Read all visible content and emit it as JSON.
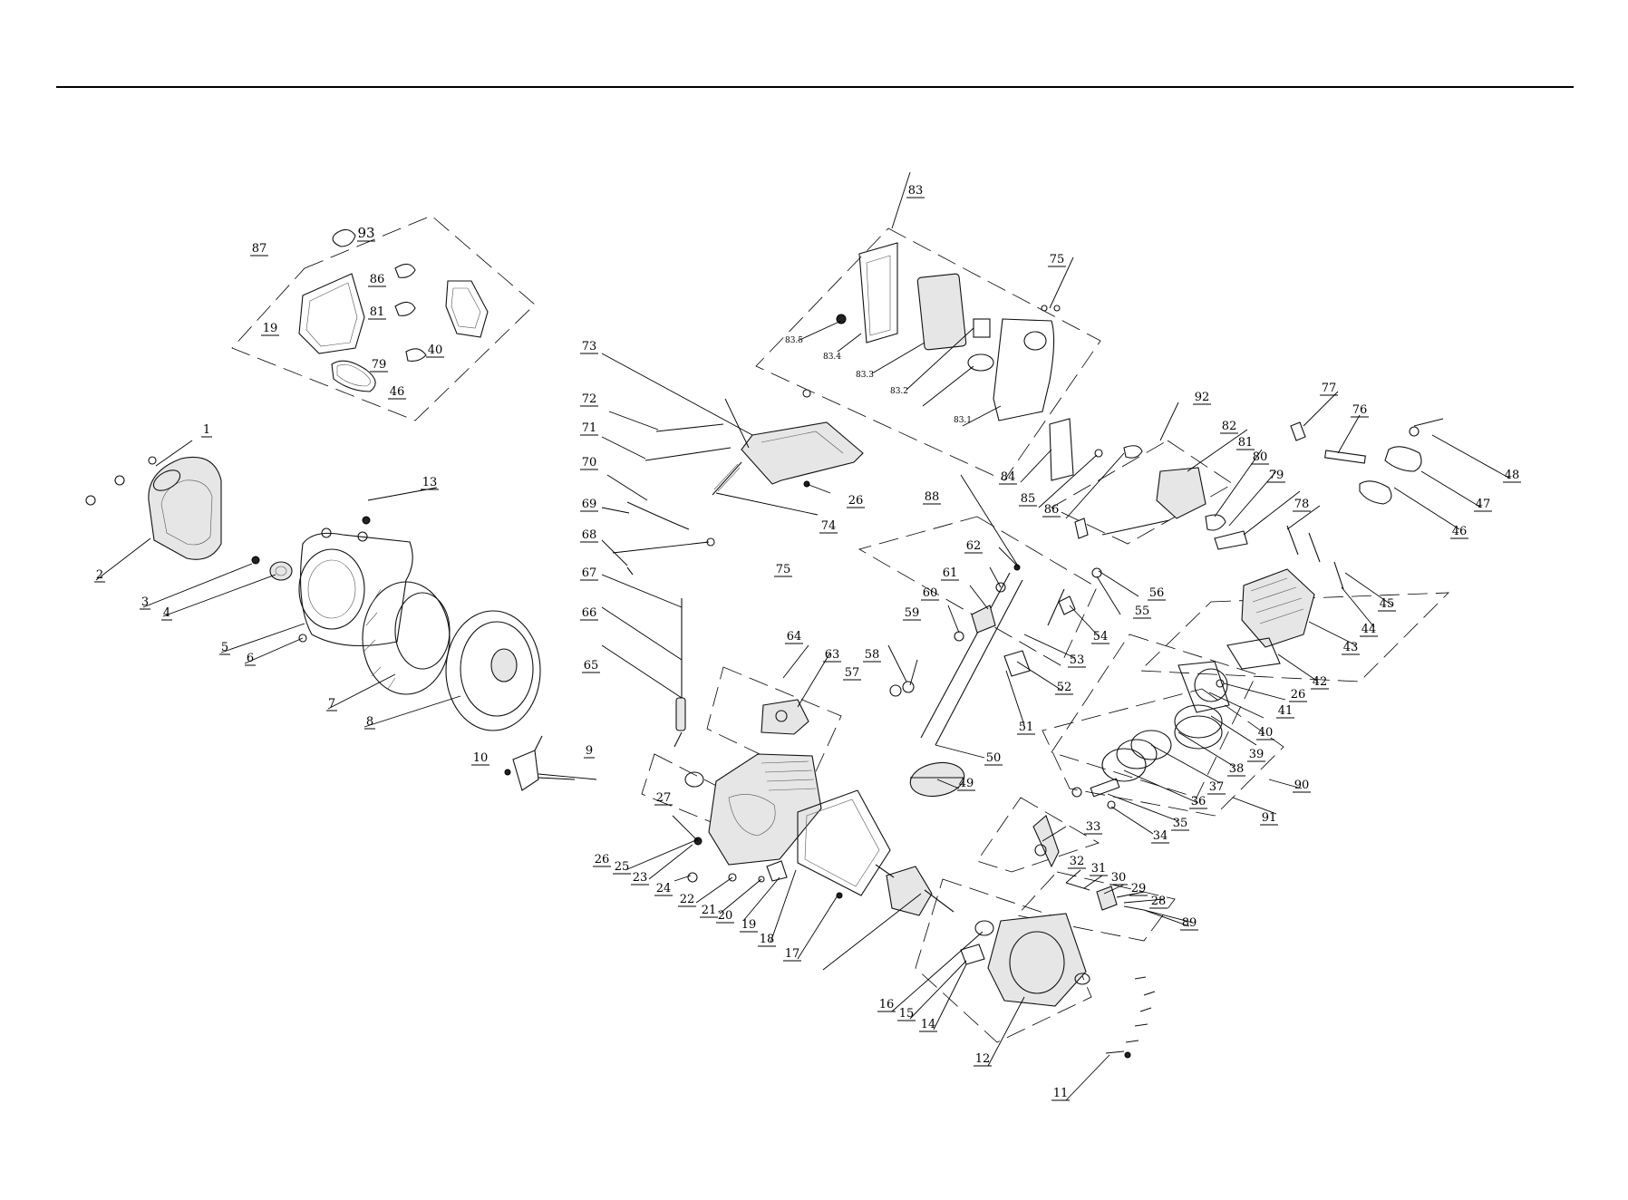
{
  "diagram": {
    "labels": [
      {
        "id": "l1",
        "text": "1"
      },
      {
        "id": "l2",
        "text": "2"
      },
      {
        "id": "l3",
        "text": "3"
      },
      {
        "id": "l4",
        "text": "4"
      },
      {
        "id": "l5",
        "text": "5"
      },
      {
        "id": "l6",
        "text": "6"
      },
      {
        "id": "l7",
        "text": "7"
      },
      {
        "id": "l8",
        "text": "8"
      },
      {
        "id": "l9",
        "text": "9"
      },
      {
        "id": "l10",
        "text": "10"
      },
      {
        "id": "l11",
        "text": "11"
      },
      {
        "id": "l12",
        "text": "12"
      },
      {
        "id": "l13",
        "text": "13"
      },
      {
        "id": "l14",
        "text": "14"
      },
      {
        "id": "l15",
        "text": "15"
      },
      {
        "id": "l16",
        "text": "16"
      },
      {
        "id": "l17",
        "text": "17"
      },
      {
        "id": "l18",
        "text": "18"
      },
      {
        "id": "l19a",
        "text": "19"
      },
      {
        "id": "l19b",
        "text": "19"
      },
      {
        "id": "l20",
        "text": "20"
      },
      {
        "id": "l21",
        "text": "21"
      },
      {
        "id": "l22",
        "text": "22"
      },
      {
        "id": "l23",
        "text": "23"
      },
      {
        "id": "l24",
        "text": "24"
      },
      {
        "id": "l25",
        "text": "25"
      },
      {
        "id": "l26a",
        "text": "26"
      },
      {
        "id": "l26b",
        "text": "26"
      },
      {
        "id": "l26c",
        "text": "26"
      },
      {
        "id": "l27",
        "text": "27"
      },
      {
        "id": "l28",
        "text": "28"
      },
      {
        "id": "l29",
        "text": "29"
      },
      {
        "id": "l30",
        "text": "30"
      },
      {
        "id": "l31",
        "text": "31"
      },
      {
        "id": "l32",
        "text": "32"
      },
      {
        "id": "l33",
        "text": "33"
      },
      {
        "id": "l34",
        "text": "34"
      },
      {
        "id": "l35",
        "text": "35"
      },
      {
        "id": "l36",
        "text": "36"
      },
      {
        "id": "l37",
        "text": "37"
      },
      {
        "id": "l38",
        "text": "38"
      },
      {
        "id": "l39",
        "text": "39"
      },
      {
        "id": "l40a",
        "text": "40"
      },
      {
        "id": "l40b",
        "text": "40"
      },
      {
        "id": "l41",
        "text": "41"
      },
      {
        "id": "l42",
        "text": "42"
      },
      {
        "id": "l43",
        "text": "43"
      },
      {
        "id": "l44",
        "text": "44"
      },
      {
        "id": "l45",
        "text": "45"
      },
      {
        "id": "l46a",
        "text": "46"
      },
      {
        "id": "l46b",
        "text": "46"
      },
      {
        "id": "l47",
        "text": "47"
      },
      {
        "id": "l48",
        "text": "48"
      },
      {
        "id": "l49",
        "text": "49"
      },
      {
        "id": "l50",
        "text": "50"
      },
      {
        "id": "l51",
        "text": "51"
      },
      {
        "id": "l52",
        "text": "52"
      },
      {
        "id": "l53",
        "text": "53"
      },
      {
        "id": "l54",
        "text": "54"
      },
      {
        "id": "l55",
        "text": "55"
      },
      {
        "id": "l56",
        "text": "56"
      },
      {
        "id": "l57",
        "text": "57"
      },
      {
        "id": "l58",
        "text": "58"
      },
      {
        "id": "l59",
        "text": "59"
      },
      {
        "id": "l60",
        "text": "60"
      },
      {
        "id": "l61",
        "text": "61"
      },
      {
        "id": "l62",
        "text": "62"
      },
      {
        "id": "l63",
        "text": "63"
      },
      {
        "id": "l64",
        "text": "64"
      },
      {
        "id": "l65",
        "text": "65"
      },
      {
        "id": "l66",
        "text": "66"
      },
      {
        "id": "l67",
        "text": "67"
      },
      {
        "id": "l68",
        "text": "68"
      },
      {
        "id": "l69",
        "text": "69"
      },
      {
        "id": "l70",
        "text": "70"
      },
      {
        "id": "l71",
        "text": "71"
      },
      {
        "id": "l72",
        "text": "72"
      },
      {
        "id": "l73",
        "text": "73"
      },
      {
        "id": "l74",
        "text": "74"
      },
      {
        "id": "l75a",
        "text": "75"
      },
      {
        "id": "l75b",
        "text": "75"
      },
      {
        "id": "l76",
        "text": "76"
      },
      {
        "id": "l77",
        "text": "77"
      },
      {
        "id": "l78",
        "text": "78"
      },
      {
        "id": "l79a",
        "text": "79"
      },
      {
        "id": "l79b",
        "text": "79"
      },
      {
        "id": "l80",
        "text": "80"
      },
      {
        "id": "l81a",
        "text": "81"
      },
      {
        "id": "l81b",
        "text": "81"
      },
      {
        "id": "l82",
        "text": "82"
      },
      {
        "id": "l83",
        "text": "83"
      },
      {
        "id": "l84",
        "text": "84"
      },
      {
        "id": "l85",
        "text": "85"
      },
      {
        "id": "l86a",
        "text": "86"
      },
      {
        "id": "l86b",
        "text": "86"
      },
      {
        "id": "l87",
        "text": "87"
      },
      {
        "id": "l88",
        "text": "88"
      },
      {
        "id": "l89",
        "text": "89"
      },
      {
        "id": "l90",
        "text": "90"
      },
      {
        "id": "l91",
        "text": "91"
      },
      {
        "id": "l92",
        "text": "92"
      },
      {
        "id": "l93",
        "text": "93"
      },
      {
        "id": "l83_1",
        "text": "83.1"
      },
      {
        "id": "l83_2",
        "text": "83.2"
      },
      {
        "id": "l83_3",
        "text": "83.3"
      },
      {
        "id": "l83_4",
        "text": "83.4"
      },
      {
        "id": "l83_5",
        "text": "83.5"
      }
    ]
  }
}
